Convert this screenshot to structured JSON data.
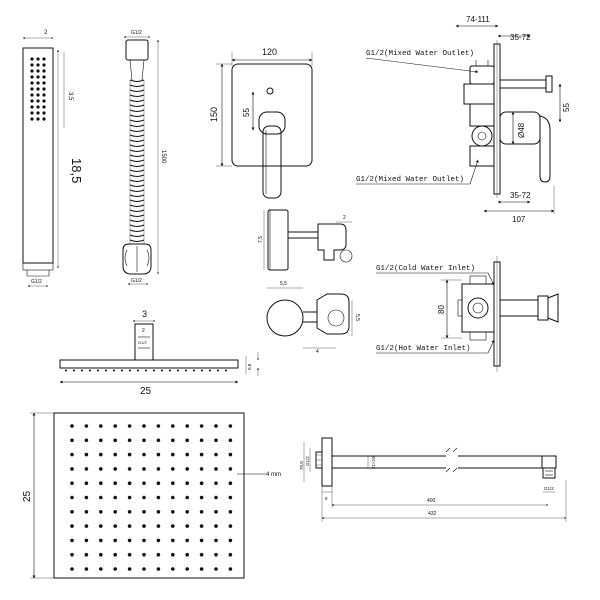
{
  "hand_shower": {
    "width": "2",
    "nozzle_width": "3,5",
    "length": "18,5",
    "bottom_thread": "G1/2"
  },
  "hose": {
    "top_thread": "G1/2",
    "length": "1500",
    "bottom_thread": "G1/2"
  },
  "mixer_front": {
    "width": "120",
    "height": "150",
    "handle_offset": "55"
  },
  "mixer_side": {
    "depth_range": "74-111",
    "mixed_outlet_top": "G1/2(Mixed Water Outlet)",
    "mixed_outlet_bottom": "G1/2(Mixed Water Outlet)",
    "wall_range_top": "35-72",
    "wall_range_bottom": "35-72",
    "right_offset": "55",
    "body_diameter": "Ø48",
    "total_depth": "107"
  },
  "mixer_back": {
    "cold_inlet": "G1/2(Cold Water Inlet)",
    "hot_inlet": "G1/2(Hot Water Inlet)",
    "height": "80"
  },
  "holder": {
    "side_height": "7,5",
    "side_width": "2",
    "top_diameter": "5,5",
    "top_depth": "5,5",
    "top_offset": "4"
  },
  "head_side": {
    "arm_width": "3",
    "connector_width": "2",
    "connector_thread": "G1/2",
    "thickness": "0,8",
    "width": "25"
  },
  "head_top": {
    "size": "25",
    "nozzle_size": "4 mm"
  },
  "arm": {
    "flange_diameter": "70,0",
    "flange_height": "G1/2",
    "arm_height": "21×18",
    "flange_depth": "8",
    "arm_length": "400",
    "total_length": "432",
    "end_thread": "G1/2"
  }
}
